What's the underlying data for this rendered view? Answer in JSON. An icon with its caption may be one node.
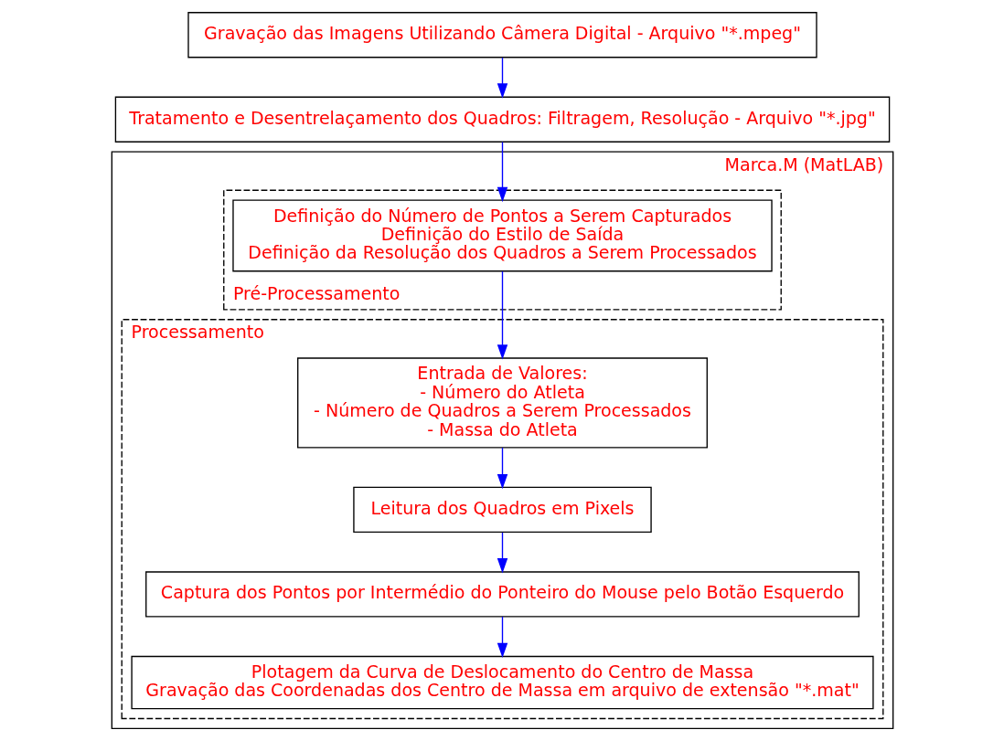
{
  "diagram": {
    "nodes": [
      {
        "text": [
          "Gravação das Imagens Utilizando Câmera Digital - Arquivo \"*.mpeg\""
        ]
      },
      {
        "text": [
          "Tratamento e Desentrelaçamento dos Quadros: Filtragem, Resolução - Arquivo \"*.jpg\""
        ]
      },
      {
        "text": [
          "Marca.M (MatLAB)"
        ]
      },
      {
        "text": [
          "Pré-Processamento"
        ],
        "in": 2
      },
      {
        "text": [
          "Definição do Número de Pontos a Serem Capturados",
          "Definição do Estilo de Saída",
          "Definição da Resolução dos Quadros a Serem Processados"
        ],
        "in": 3
      },
      {
        "text": [
          "Processamento"
        ],
        "in": 2
      },
      {
        "text": [
          "Entrada de Valores:",
          "- Número do Atleta",
          "- Número de Quadros a Serem Processados",
          "- Massa do Atleta"
        ],
        "in": 5
      },
      {
        "text": [
          "Leitura dos Quadros em Pixels"
        ],
        "in": 5
      },
      {
        "text": [
          "Captura dos Pontos por Intermédio do Ponteiro do Mouse pelo Botão Esquerdo"
        ],
        "in": 5
      },
      {
        "text": [
          "Plotagem da Curva de Deslocamento do Centro de Massa",
          "Gravação das Coordenadas dos Centro de Massa em arquivo de extensão \"*.mat\""
        ],
        "in": 5
      }
    ],
    "edges": [
      {
        "from": 0,
        "to": 1,
        "arrow": "to"
      },
      {
        "from": 1,
        "to": 4,
        "arrow": "to"
      },
      {
        "from": 4,
        "to": 6,
        "arrow": "to"
      },
      {
        "from": 6,
        "to": 7,
        "arrow": "to"
      },
      {
        "from": 7,
        "to": 8,
        "arrow": "to"
      },
      {
        "from": 8,
        "to": 9,
        "arrow": "to"
      }
    ]
  }
}
